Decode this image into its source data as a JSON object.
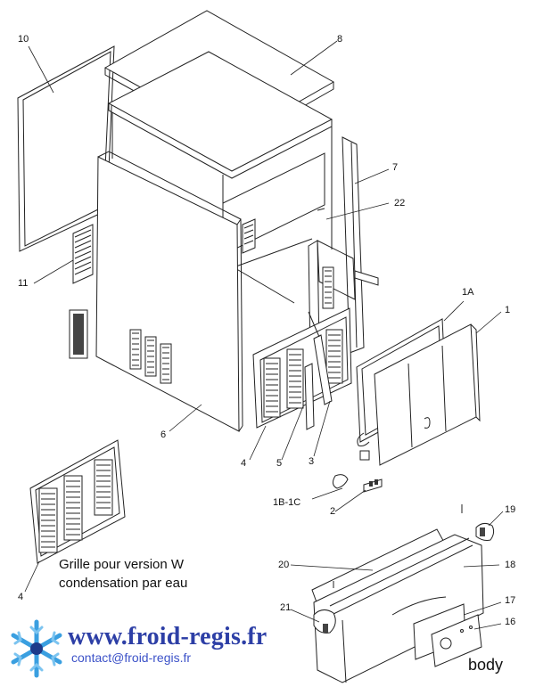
{
  "labels": {
    "l10": "10",
    "l8": "8",
    "l7": "7",
    "l22": "22",
    "l11": "11",
    "l1A": "1A",
    "l1": "1",
    "l6": "6",
    "l4a": "4",
    "l5": "5",
    "l3": "3",
    "l1B1C": "1B-1C",
    "l2": "2",
    "l19": "19",
    "l20": "20",
    "l18": "18",
    "l21": "21",
    "l17": "17",
    "l16": "16",
    "l4b": "4"
  },
  "caption": {
    "line1": "Grille pour version W",
    "line2": "condensation par eau"
  },
  "branding": {
    "website": "www.froid-regis.fr",
    "email": "contact@froid-regis.fr",
    "logo_icon": "snowflake-logo-icon"
  },
  "section_label": "body",
  "colors": {
    "line": "#222222",
    "website": "#2d3fa6",
    "email": "#3c52c8",
    "logo": "#3a9fe0"
  }
}
